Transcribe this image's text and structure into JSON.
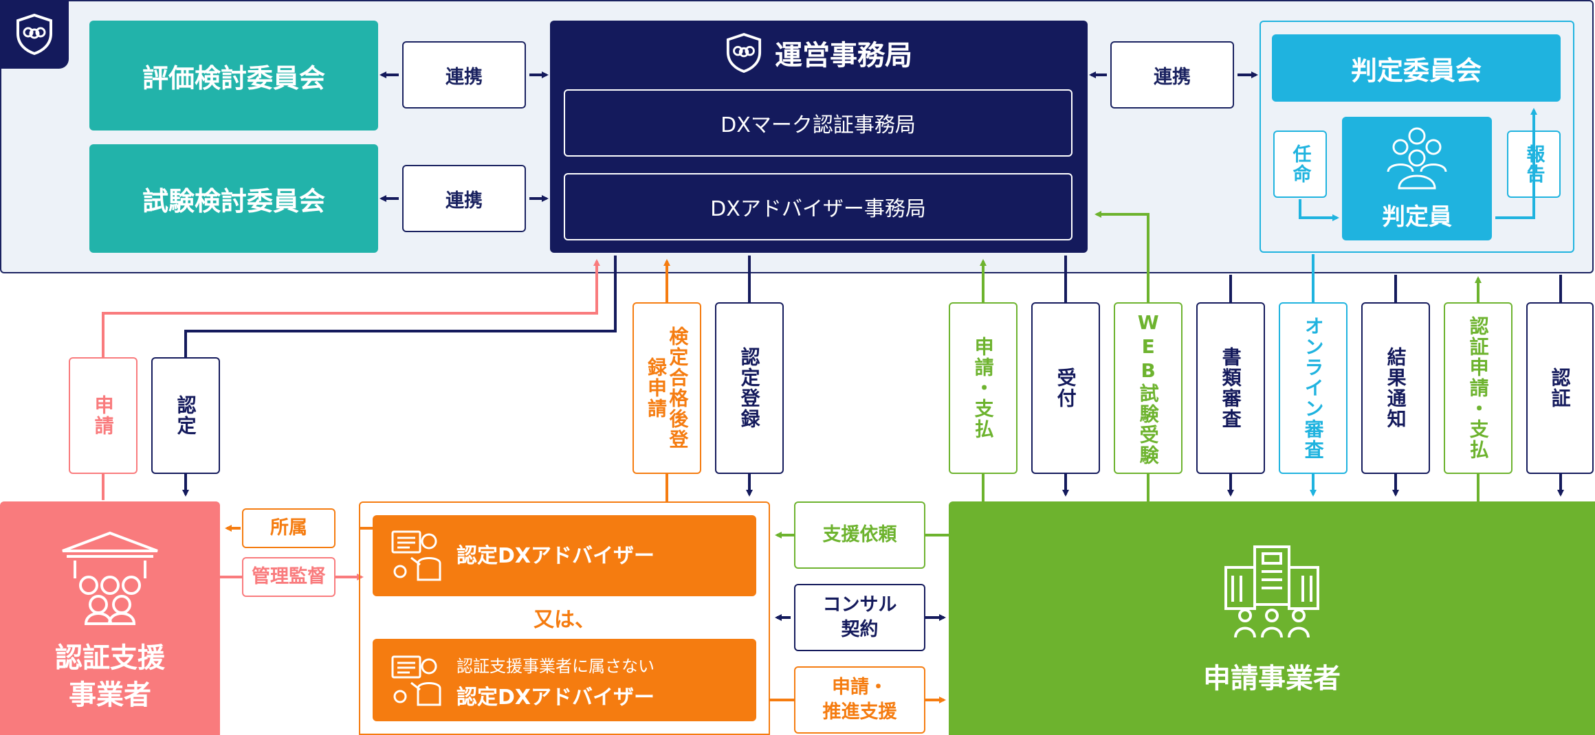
{
  "colors": {
    "navy": "#141a5c",
    "teal": "#22b3aa",
    "sky": "#1fb3df",
    "pink": "#f97b7d",
    "orange": "#f57c10",
    "green": "#6db32e",
    "light_bg": "#edf2f8"
  },
  "top": {
    "logo_icon": "shield-logo-icon",
    "evaluation_committee": "評価検討委員会",
    "exam_committee": "試験検討委員会",
    "link_label_1": "連携",
    "link_label_2": "連携",
    "link_label_3": "連携",
    "office": {
      "title": "運営事務局",
      "sub1": "DXマーク認証事務局",
      "sub2": "DXアドバイザー事務局"
    },
    "judgement": {
      "title": "判定委員会",
      "appoint": "任命",
      "report": "報告",
      "members": "判定員",
      "members_icon": "group-icon"
    }
  },
  "flows": {
    "apply_pink": "申請",
    "certify_navy": "認定",
    "exam_pass_register": "検定合格後登録申請",
    "cert_register": "認定登録",
    "apply_pay": "申請・支払",
    "accept": "受付",
    "web_exam": "WEB試験受験",
    "doc_review": "書類審査",
    "online_review": "オンライン審査",
    "result_notice": "結果通知",
    "cert_apply_pay": "認証申請・支払",
    "certification": "認証"
  },
  "bottom": {
    "support_business": "認証支援\n事業者",
    "belong": "所属",
    "supervise": "管理監督",
    "advisor_1": "認定DXアドバイザー",
    "or": "又は、",
    "advisor_2_small": "認証支援事業者に属さない",
    "advisor_2": "認定DXアドバイザー",
    "support_request": "支援依頼",
    "consulting": "コンサル\n契約",
    "apply_support": "申請・\n推進支援",
    "applicant": "申請事業者",
    "building_icon": "building-icon",
    "bank_icon": "bank-group-icon",
    "presenter_icon": "presenter-icon"
  }
}
